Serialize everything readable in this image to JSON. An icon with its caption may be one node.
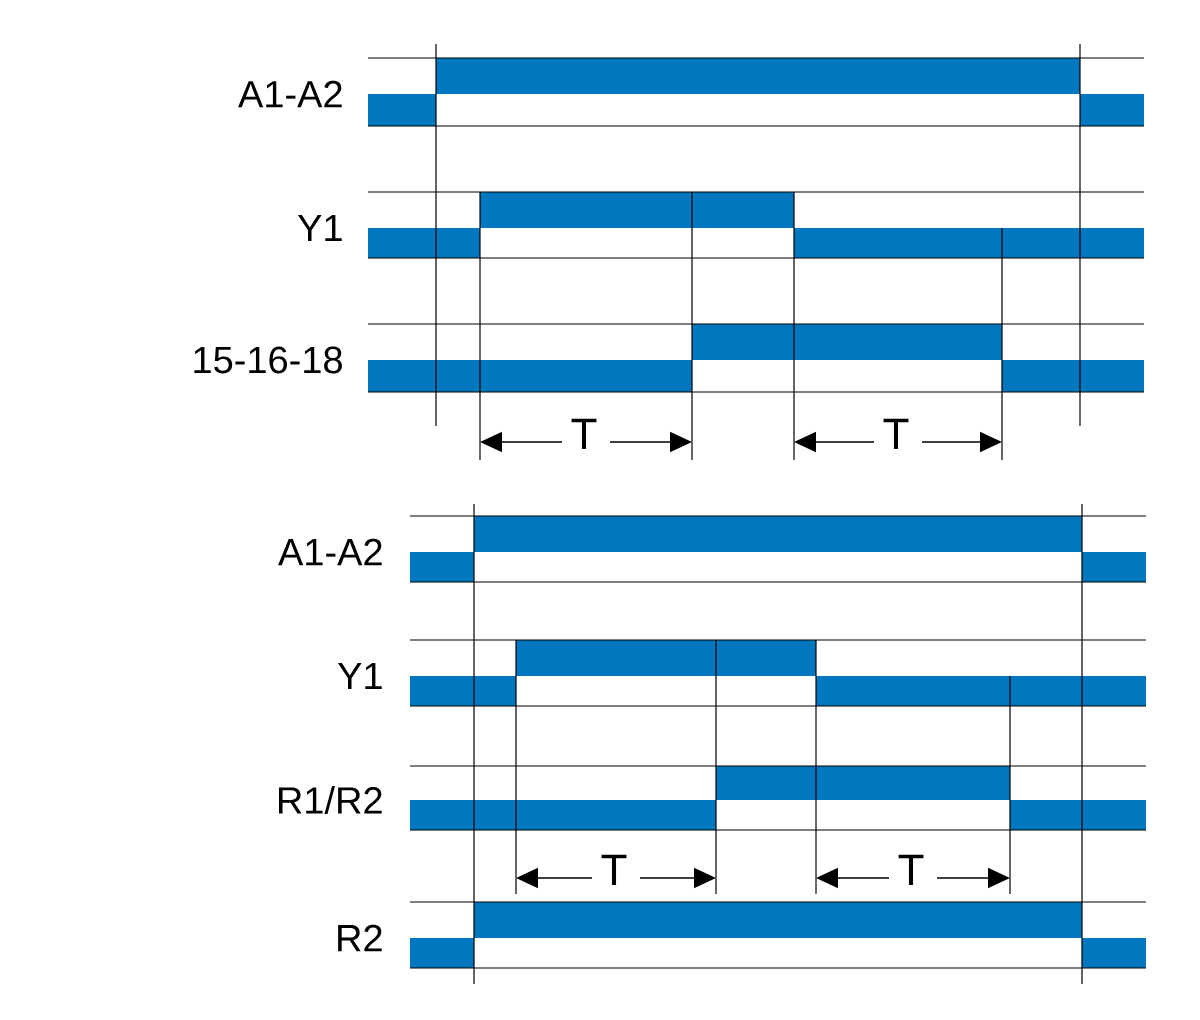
{
  "diagram": {
    "labels": [
      "A1-A2",
      "Y1",
      "15-16-18",
      "T",
      "T",
      "A1-A2",
      "Y1",
      "R1/R2",
      "T",
      "T",
      "R2"
    ]
  }
}
